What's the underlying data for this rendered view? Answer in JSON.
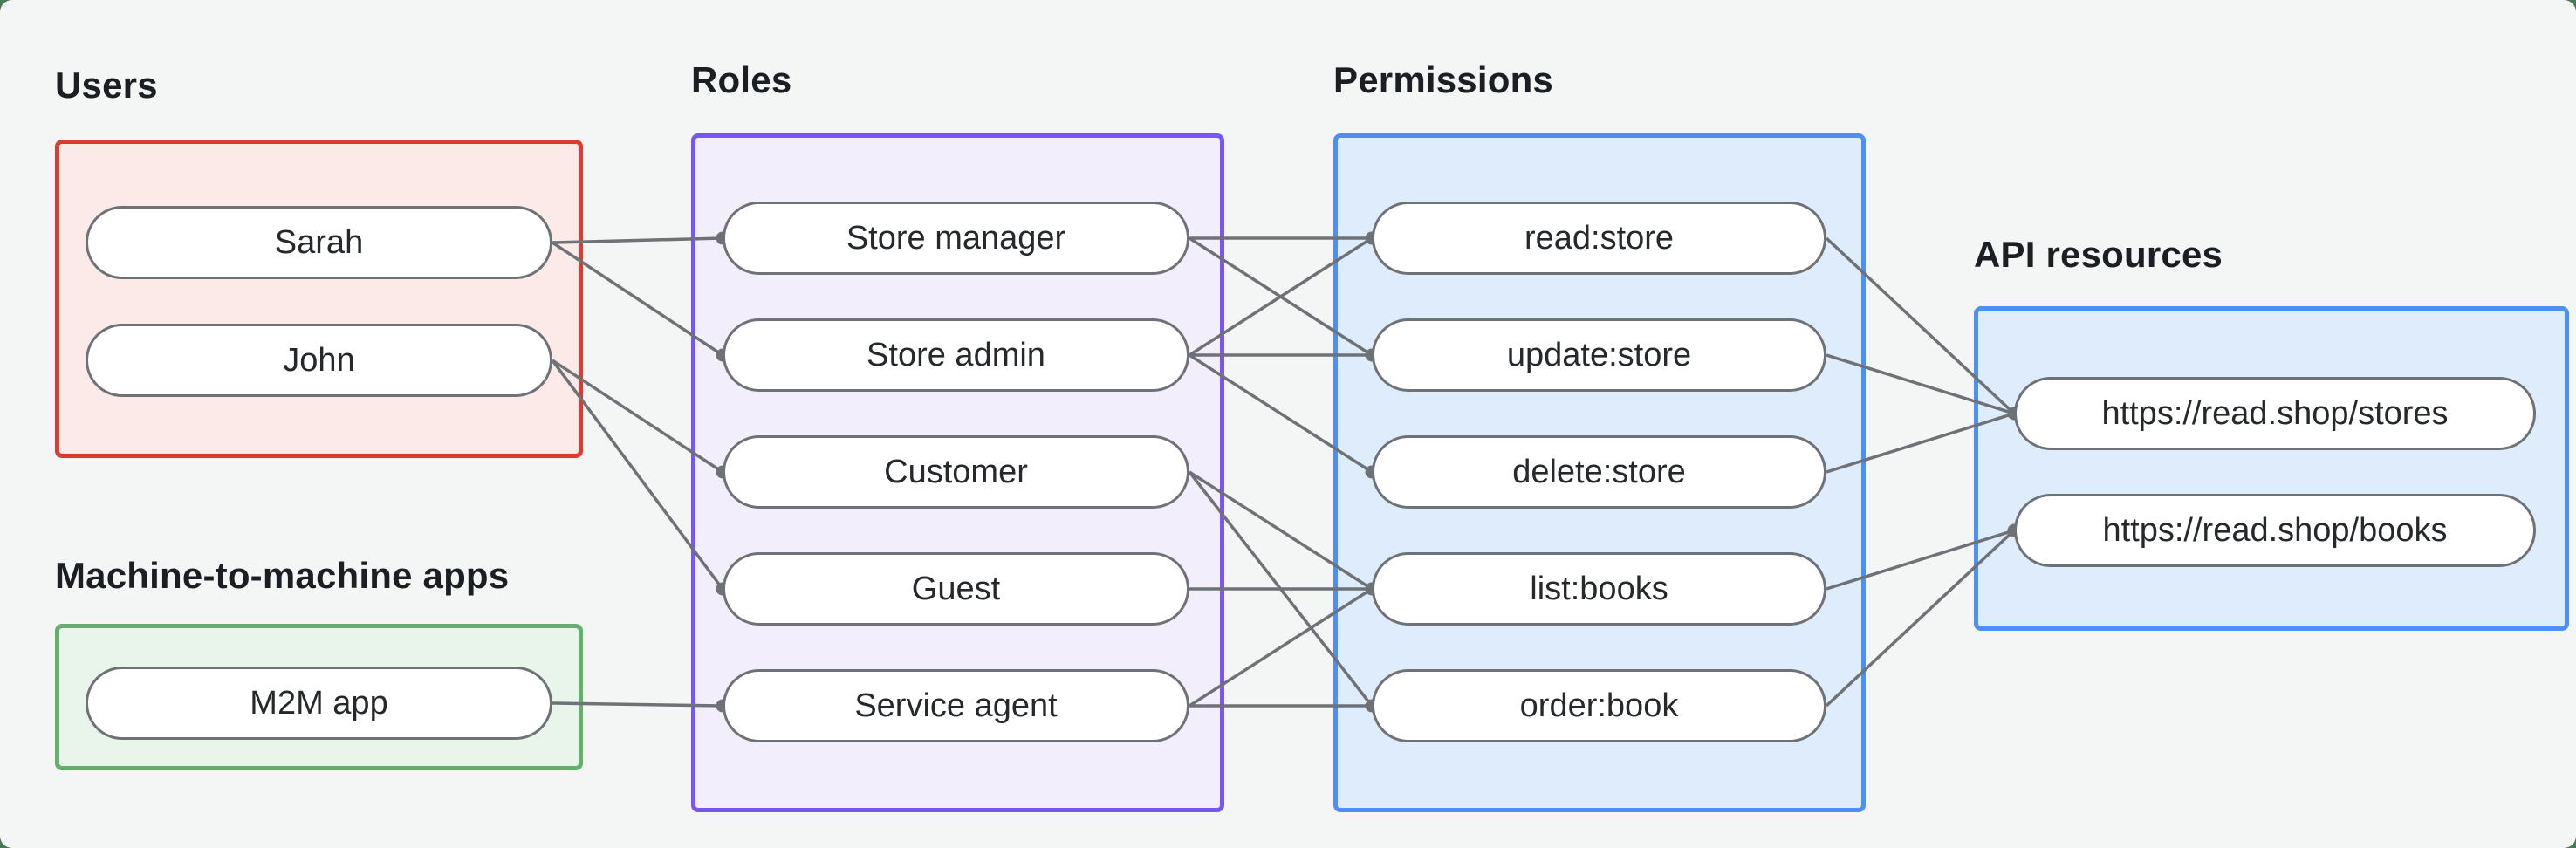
{
  "canvas": {
    "background": "#F4F6F5",
    "page_behind": "#4A7A55"
  },
  "connector": {
    "color": "#6E7276",
    "dot_color": "#6E7276"
  },
  "groups": [
    {
      "id": "users",
      "title": "Users",
      "accent": "#D83C32",
      "fill": "#FBEAE8",
      "items": [
        {
          "id": "sarah",
          "label": "Sarah"
        },
        {
          "id": "john",
          "label": "John"
        }
      ]
    },
    {
      "id": "roles",
      "title": "Roles",
      "accent": "#7857F0",
      "fill": "#F3EEFC",
      "items": [
        {
          "id": "store-manager",
          "label": "Store manager"
        },
        {
          "id": "store-admin",
          "label": "Store admin"
        },
        {
          "id": "customer",
          "label": "Customer"
        },
        {
          "id": "guest",
          "label": "Guest"
        },
        {
          "id": "service-agent",
          "label": "Service agent"
        }
      ]
    },
    {
      "id": "permissions",
      "title": "Permissions",
      "accent": "#4C90F6",
      "fill": "#DEECFB",
      "items": [
        {
          "id": "read-store",
          "label": "read:store"
        },
        {
          "id": "update-store",
          "label": "update:store"
        },
        {
          "id": "delete-store",
          "label": "delete:store"
        },
        {
          "id": "list-books",
          "label": "list:books"
        },
        {
          "id": "order-book",
          "label": "order:book"
        }
      ]
    },
    {
      "id": "api-resources",
      "title": "API resources",
      "accent": "#4C90F6",
      "fill": "#DEECFB",
      "items": [
        {
          "id": "stores",
          "label": "https://read.shop/stores"
        },
        {
          "id": "books",
          "label": "https://read.shop/books"
        }
      ]
    },
    {
      "id": "m2m-apps",
      "title": "Machine-to-machine apps",
      "accent": "#61B06B",
      "fill": "#E9F5EB",
      "items": [
        {
          "id": "m2m-app",
          "label": "M2M app"
        }
      ]
    }
  ],
  "edges": [
    [
      "sarah",
      "store-manager"
    ],
    [
      "sarah",
      "store-admin"
    ],
    [
      "john",
      "customer"
    ],
    [
      "john",
      "guest"
    ],
    [
      "m2m-app",
      "service-agent"
    ],
    [
      "store-manager",
      "read-store"
    ],
    [
      "store-manager",
      "update-store"
    ],
    [
      "store-admin",
      "read-store"
    ],
    [
      "store-admin",
      "update-store"
    ],
    [
      "store-admin",
      "delete-store"
    ],
    [
      "customer",
      "list-books"
    ],
    [
      "customer",
      "order-book"
    ],
    [
      "guest",
      "list-books"
    ],
    [
      "service-agent",
      "list-books"
    ],
    [
      "service-agent",
      "order-book"
    ],
    [
      "read-store",
      "stores"
    ],
    [
      "update-store",
      "stores"
    ],
    [
      "delete-store",
      "stores"
    ],
    [
      "list-books",
      "books"
    ],
    [
      "order-book",
      "books"
    ]
  ]
}
